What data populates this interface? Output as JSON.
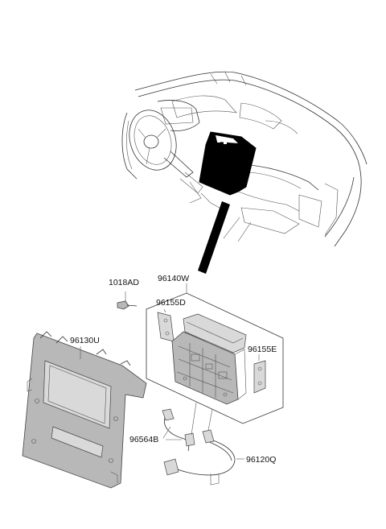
{
  "parts": [
    {
      "id": "p1018AD",
      "label": "1018AD"
    },
    {
      "id": "p96140W",
      "label": "96140W"
    },
    {
      "id": "p96155D",
      "label": "96155D"
    },
    {
      "id": "p96130U",
      "label": "96130U"
    },
    {
      "id": "p96155E",
      "label": "96155E"
    },
    {
      "id": "p96564B",
      "label": "96564B"
    },
    {
      "id": "p96120Q",
      "label": "96120Q"
    }
  ],
  "colors": {
    "line": "#333333",
    "highlight": "#000000",
    "part_fill": "#b8b8b8",
    "background": "#ffffff"
  }
}
